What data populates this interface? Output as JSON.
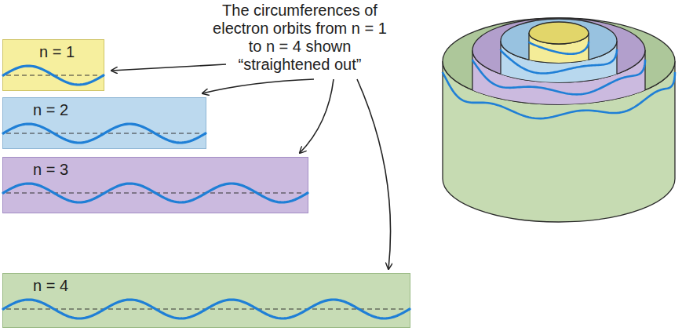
{
  "diagram": {
    "nodes": [
      {
        "text": [
          "n = 1"
        ]
      },
      {
        "text": [
          "n = 2"
        ]
      },
      {
        "text": [
          "n = 3"
        ]
      },
      {
        "text": [
          "n = 4"
        ]
      }
    ],
    "labels": [
      "The circumferences of electron orbits from n = 1 to n = 4 shown “straightened out”"
    ]
  }
}
